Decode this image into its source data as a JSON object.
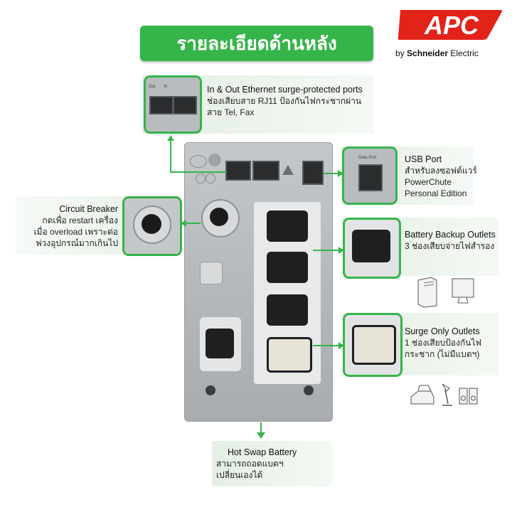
{
  "header": {
    "title": "รายละเอียดด้านหลัง",
    "logo_text": "APC",
    "brand_by": "by",
    "brand_name": "Schneider",
    "brand_suffix": "Electric"
  },
  "colors": {
    "accent_green": "#35b44a",
    "apc_red": "#e2231a"
  },
  "callouts": {
    "ethernet": {
      "title": "In & Out Ethernet surge-protected ports",
      "desc": "ช่องเสียบสาย RJ11 ป้องกันไฟกระชากผ่านสาย Tel, Fax"
    },
    "usb": {
      "title": "USB Port",
      "desc_1": "สำหรับลงซอฟต์แวร์",
      "desc_2": "PowerChute",
      "desc_3": "Personal Edition"
    },
    "breaker": {
      "title": "Circuit Breaker",
      "desc_1": "กดเพื่อ restart เครื่อง",
      "desc_2": "เมื่อ overload เพราะต่อ",
      "desc_3": "พ่วงอุปกรณ์มากเกินไป"
    },
    "battery": {
      "title": "Battery Backup Outlets",
      "desc": "3 ช่องเสียบจ่ายไฟสำรอง"
    },
    "surge": {
      "title": "Surge Only Outlets",
      "desc": "1 ช่องเสียบป้องกันไฟกระชาก (ไม่มีแบตฯ)"
    },
    "hotswap": {
      "title": "Hot Swap Battery",
      "desc_1": "สามารถถอดแบตฯ",
      "desc_2": "เปลี่ยนเองได้"
    }
  },
  "icons": [
    "computer-tower-icon",
    "monitor-icon",
    "printer-icon",
    "desk-lamp-icon",
    "speakers-icon"
  ]
}
